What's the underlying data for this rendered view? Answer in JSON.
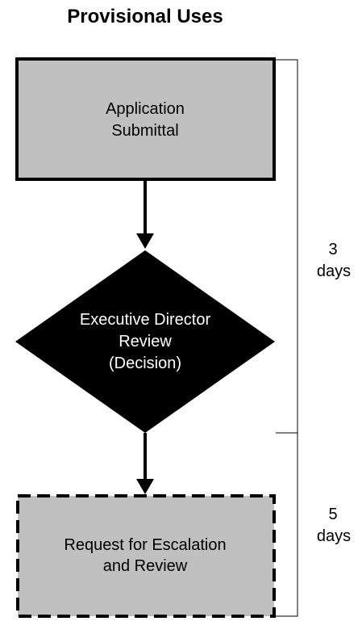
{
  "title": "Provisional Uses",
  "nodes": {
    "application": {
      "line1": "Application",
      "line2": "Submittal",
      "fill": "#c0c0c0",
      "border_style": "solid"
    },
    "decision": {
      "line1": "Executive Director",
      "line2": "Review",
      "line3": "(Decision)",
      "fill": "#000000",
      "text_color": "#ffffff"
    },
    "escalation": {
      "line1": "Request for Escalation",
      "line2": "and Review",
      "fill": "#c0c0c0",
      "border_style": "dashed"
    }
  },
  "time_spans": [
    {
      "number": "3",
      "unit": "days"
    },
    {
      "number": "5",
      "unit": "days"
    }
  ]
}
